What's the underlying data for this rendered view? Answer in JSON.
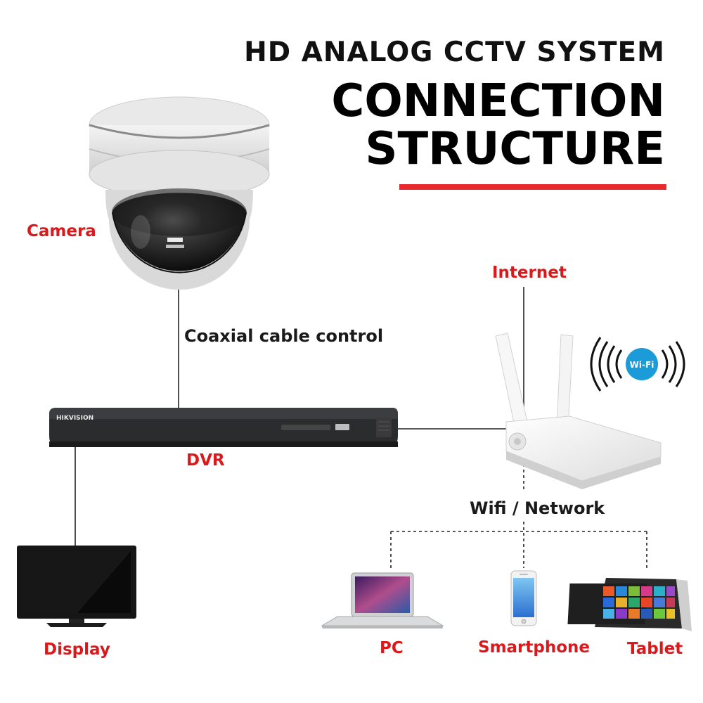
{
  "header": {
    "title_line1": "HD ANALOG CCTV SYSTEM",
    "title_line2a": "CONNECTION",
    "title_line2b": "STRUCTURE"
  },
  "nodes": {
    "camera": "Camera",
    "internet": "Internet",
    "coax": "Coaxial cable control",
    "dvr": "DVR",
    "dvr_brand": "HIKVISION",
    "wifi_network": "Wifi / Network",
    "display": "Display",
    "pc": "PC",
    "smartphone": "Smartphone",
    "tablet": "Tablet",
    "wifi_badge": "Wi-Fi"
  },
  "colors": {
    "accent_red": "#e8282b",
    "label_red": "#d9191c",
    "wifi_blue": "#1b9bd7",
    "line": "#222222"
  }
}
